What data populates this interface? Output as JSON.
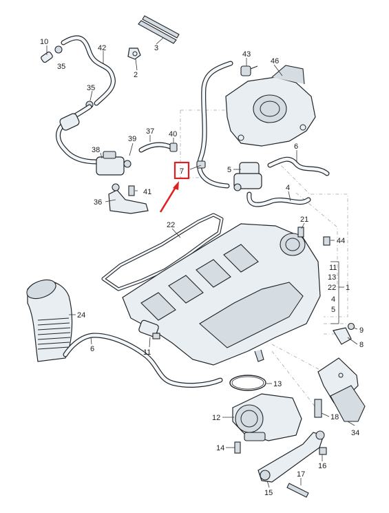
{
  "labels": {
    "l10": "10",
    "l35a": "35",
    "l42": "42",
    "l3": "3",
    "l2": "2",
    "l43": "43",
    "l46": "46",
    "l35b": "35",
    "l37": "37",
    "l40": "40",
    "l39": "39",
    "l38": "38",
    "l6a": "6",
    "l7": "7",
    "l5": "5",
    "l41": "41",
    "l36": "36",
    "l4": "4",
    "l22": "22",
    "l21": "21",
    "l44": "44",
    "l24": "24",
    "l6b": "6",
    "l11a": "11",
    "l13a": "13",
    "l22b": "22",
    "l1": "1",
    "l11b": "11",
    "l4b": "4",
    "l5b": "5",
    "l9": "9",
    "l8": "8",
    "l13b": "13",
    "l12": "12",
    "l18": "18",
    "l34": "34",
    "l14": "14",
    "l16": "16",
    "l17": "17",
    "l15": "15"
  },
  "highlight": {
    "part": "7",
    "box_color": "#e02020",
    "arrow_color": "#e02020"
  }
}
